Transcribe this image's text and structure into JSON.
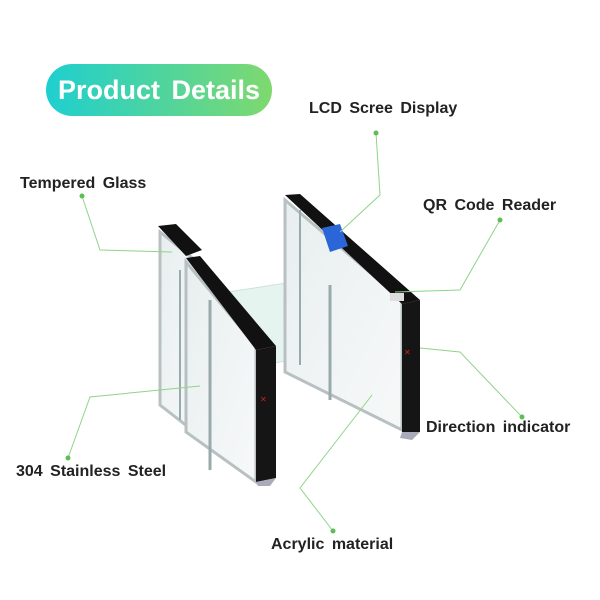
{
  "header": {
    "title": "Product Details"
  },
  "labels": {
    "lcd": "LCD Scree Display",
    "tempered_glass": "Tempered Glass",
    "qr": "QR Code Reader",
    "direction": "Direction indicator",
    "steel": "304 Stainless Steel",
    "acrylic": "Acrylic material"
  },
  "colors": {
    "accent_start": "#1ecfd0",
    "accent_end": "#7ed96e",
    "leader": "#8fd48a"
  }
}
